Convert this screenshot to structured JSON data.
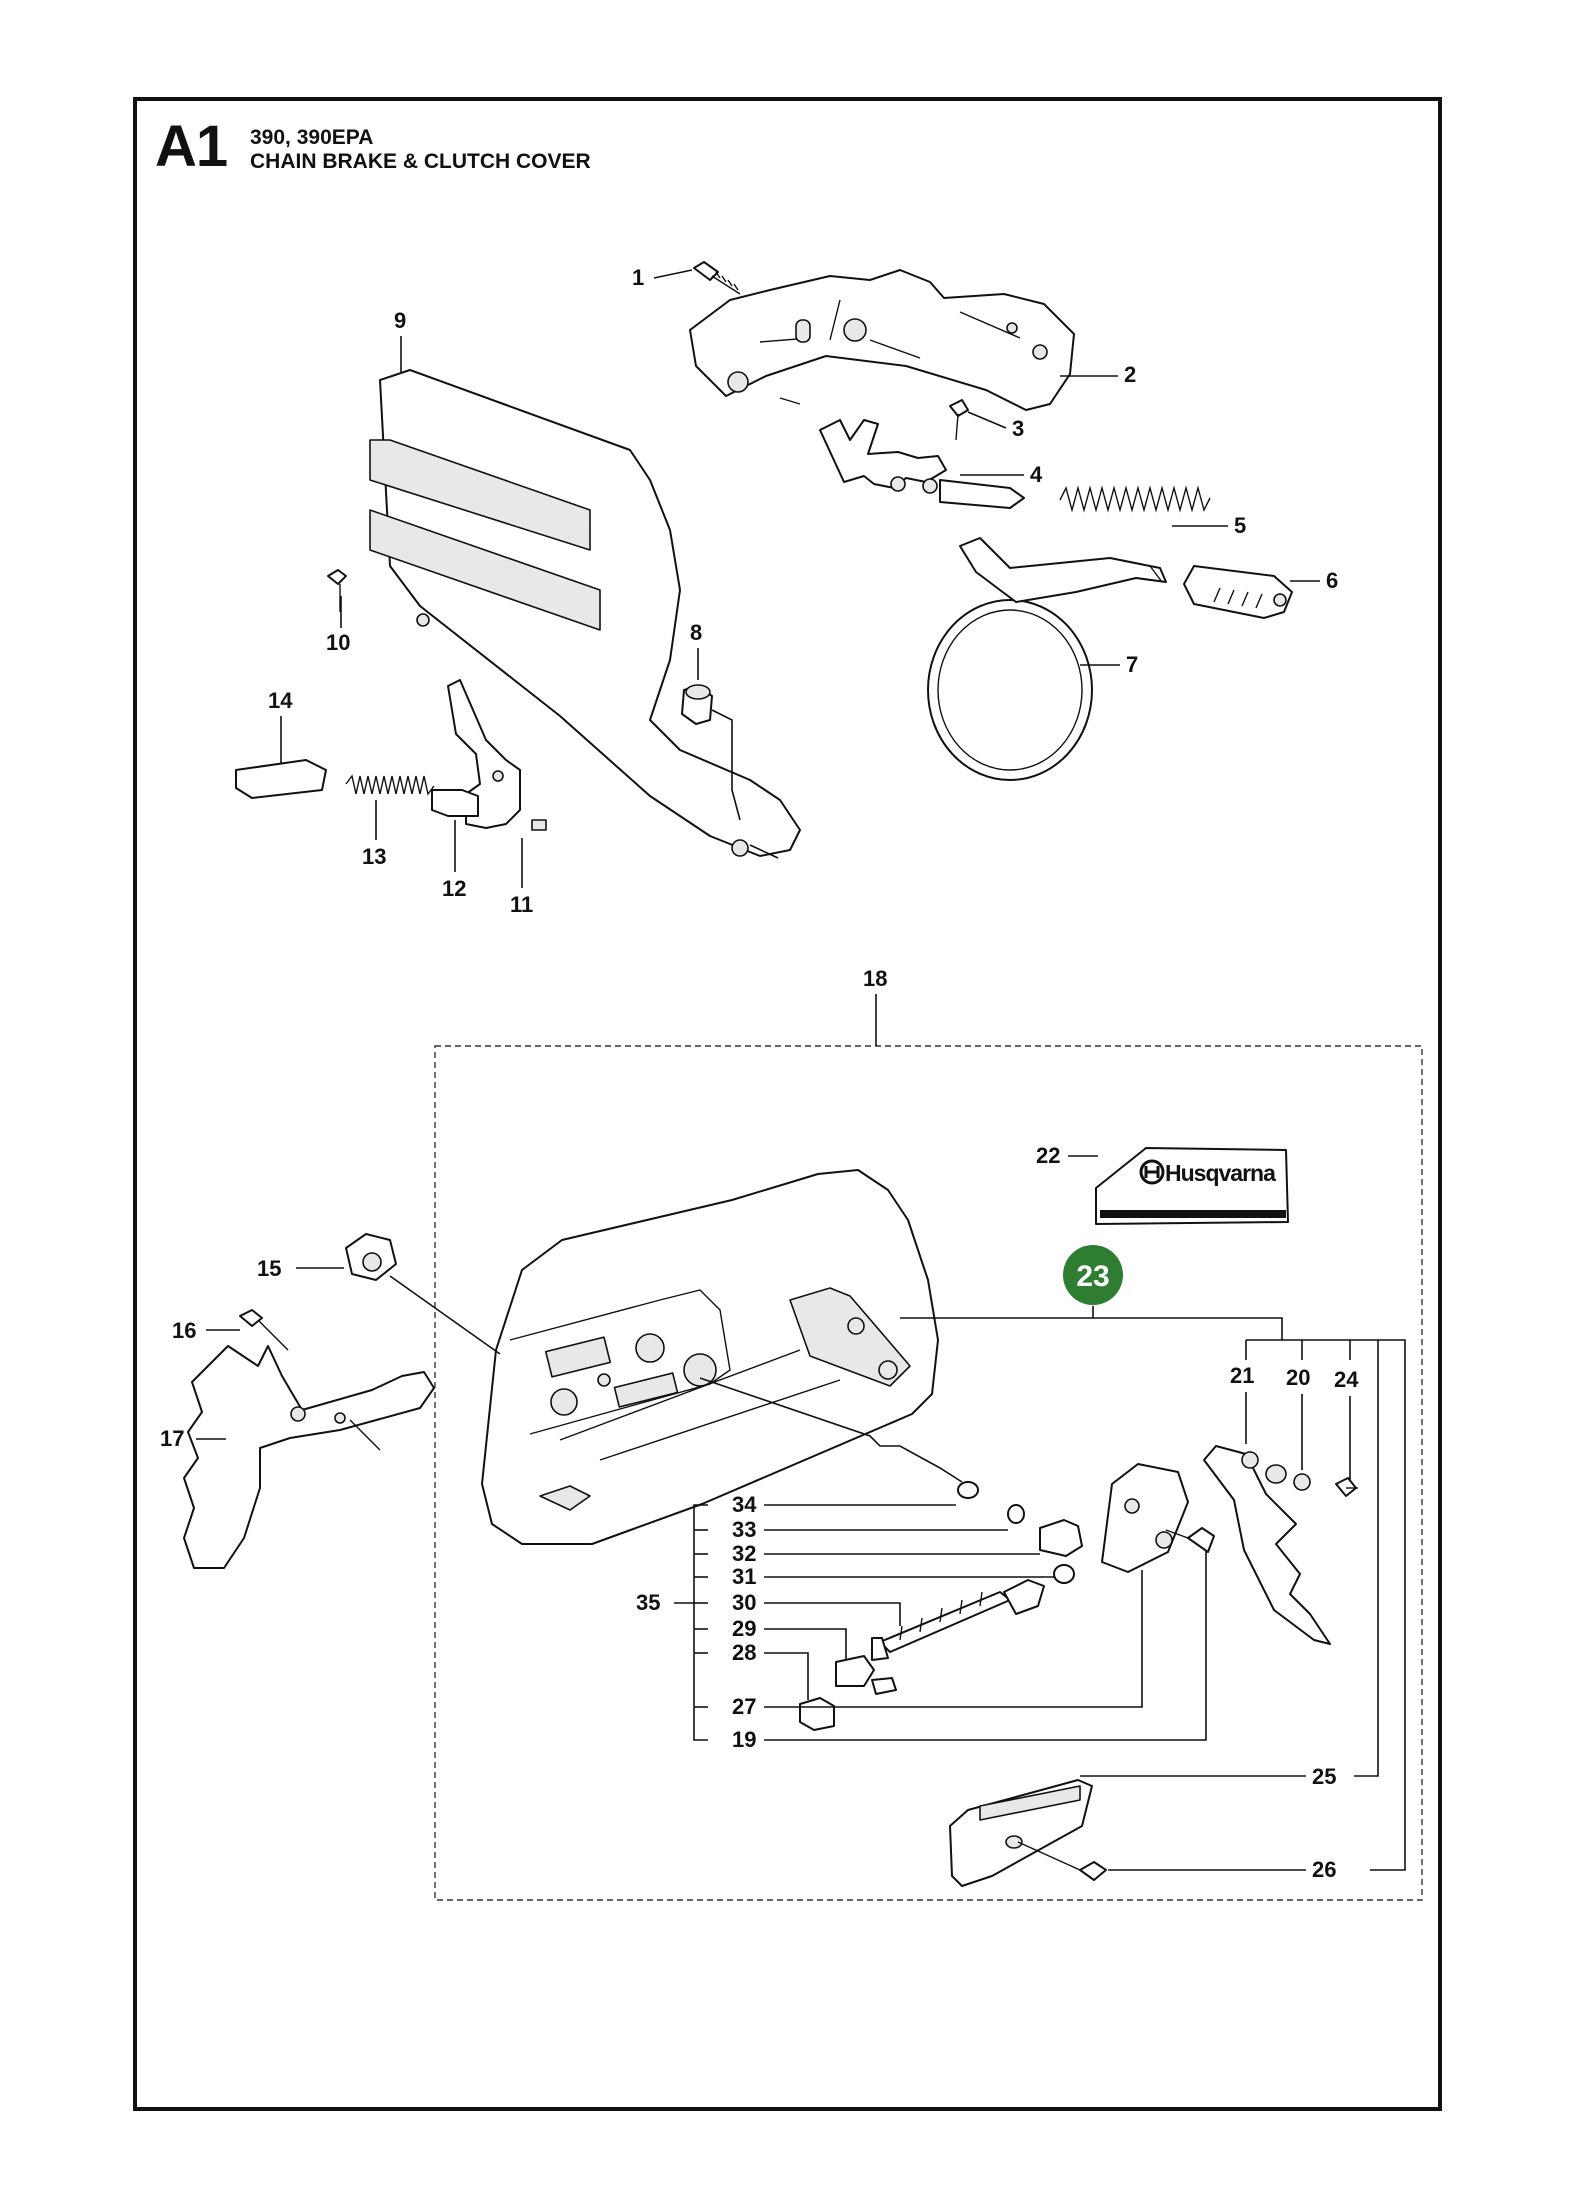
{
  "sheet": {
    "code": "A1",
    "models": "390, 390EPA",
    "title": "CHAIN BRAKE & CLUTCH COVER"
  },
  "logo": {
    "text": "Husqvarna"
  },
  "highlight": {
    "label": "23",
    "color": "#2e7d32"
  },
  "labels": {
    "p1": "1",
    "p2": "2",
    "p3": "3",
    "p4": "4",
    "p5": "5",
    "p6": "6",
    "p7": "7",
    "p8": "8",
    "p9": "9",
    "p10": "10",
    "p11": "11",
    "p12": "12",
    "p13": "13",
    "p14": "14",
    "p15": "15",
    "p16": "16",
    "p17": "17",
    "p18": "18",
    "p19": "19",
    "p20": "20",
    "p21": "21",
    "p22": "22",
    "p24": "24",
    "p25": "25",
    "p26": "26",
    "p27": "27",
    "p28": "28",
    "p29": "29",
    "p30": "30",
    "p31": "31",
    "p32": "32",
    "p33": "33",
    "p34": "34",
    "p35": "35"
  }
}
